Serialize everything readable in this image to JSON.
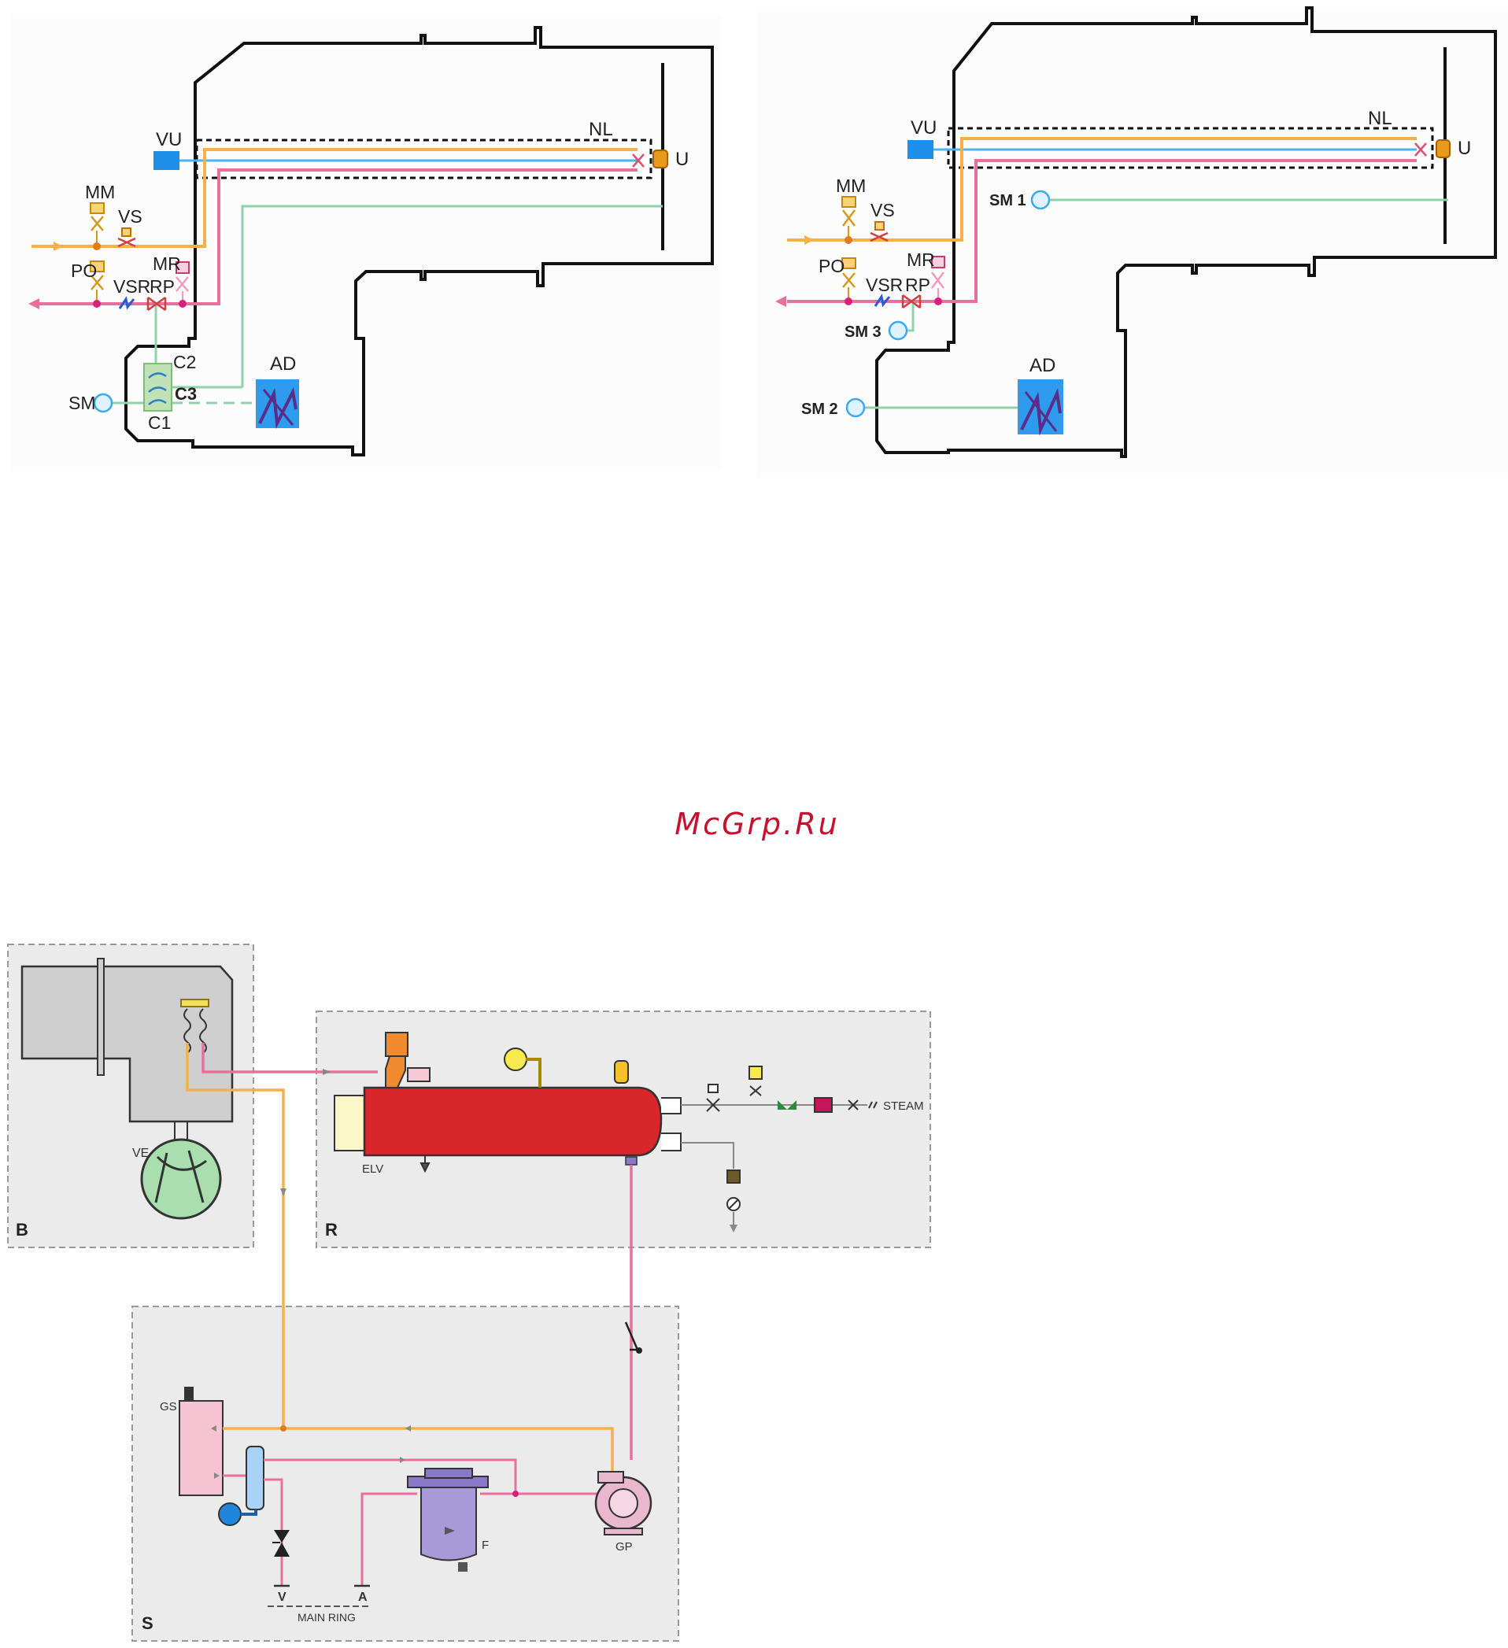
{
  "watermark": "McGrp.Ru",
  "colors": {
    "fuel": "#f5b04a",
    "return": "#ea6f9c",
    "control": "#8fd3a8",
    "water": "#4ab3f0",
    "tank": "#d8262b",
    "box": "#ebebeb"
  },
  "diagram1": {
    "VU": "VU",
    "NL": "NL",
    "U": "U",
    "MM": "MM",
    "VS": "VS",
    "PO": "PO",
    "VSR": "VSR",
    "RP": "RP",
    "MR": "MR",
    "SM": "SM",
    "C1": "C1",
    "C2": "C2",
    "C3": "C3",
    "AD": "AD"
  },
  "diagram2": {
    "VU": "VU",
    "NL": "NL",
    "U": "U",
    "MM": "MM",
    "VS": "VS",
    "PO": "PO",
    "VSR": "VSR",
    "RP": "RP",
    "MR": "MR",
    "SM1": "SM 1",
    "SM2": "SM 2",
    "SM3": "SM 3",
    "AD": "AD"
  },
  "system": {
    "B": "B",
    "R": "R",
    "S": "S",
    "VE": "VE",
    "ELV": "ELV",
    "STEAM": "STEAM",
    "GS": "GS",
    "F": "F",
    "GP": "GP",
    "A": "A",
    "V": "V",
    "MAIN_RING": "MAIN RING"
  }
}
